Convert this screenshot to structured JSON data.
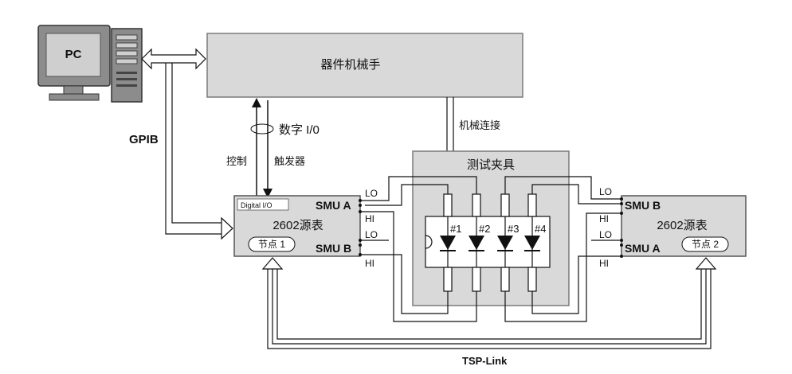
{
  "pc": {
    "label": "PC"
  },
  "handler": {
    "label": "器件机械手"
  },
  "links": {
    "gpib": "GPIB",
    "digital_io": "数字 I/0",
    "control": "控制",
    "trigger": "触发器",
    "mechanical": "机械连接",
    "tsp_link": "TSP-Link"
  },
  "fixture": {
    "label": "测试夹具",
    "diodes": [
      "#1",
      "#2",
      "#3",
      "#4"
    ]
  },
  "smu_left": {
    "title": "2602源表",
    "digital_io": "Digital I/O",
    "node": "节点 1",
    "channel_a": "SMU A",
    "channel_b": "SMU B"
  },
  "smu_right": {
    "title": "2602源表",
    "node": "节点 2",
    "channel_a": "SMU B",
    "channel_b": "SMU A"
  },
  "terminals": {
    "lo": "LO",
    "hi": "HI"
  },
  "colors": {
    "box_fill": "#d9d9d9",
    "box_stroke": "#7a7a7a",
    "line": "#111111",
    "pc_body": "#8c8c8c"
  }
}
